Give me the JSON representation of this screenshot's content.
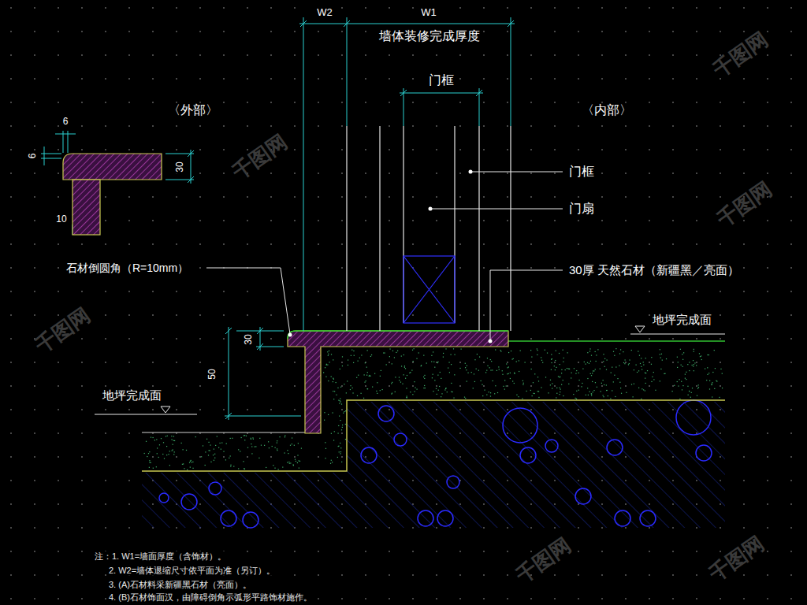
{
  "diagram": {
    "labels": [
      "W2",
      "W1",
      "墙体装修完成厚度",
      "门框",
      "〈外部〉",
      "〈内部〉",
      "6",
      "6",
      "30",
      "10",
      "门框",
      "门扇",
      "石材倒圆角（R=10mm）",
      "30厚 天然石材（新疆黑／亮面）",
      "地坪完成面",
      "30",
      "50",
      "地坪完成面",
      "注：1. W1=墙面厚度（含饰材）。",
      "2. W2=墙体退缩尺寸依平面为准（另订）。",
      "3. (A)石材料采新疆黑石材（亮面）。",
      "4. (B)石材饰面汉，由障碍倒角示弧形平路饰材施作。",
      "千图网",
      "千图网",
      "千图网",
      "千图网",
      "千图网",
      "千图网"
    ]
  }
}
